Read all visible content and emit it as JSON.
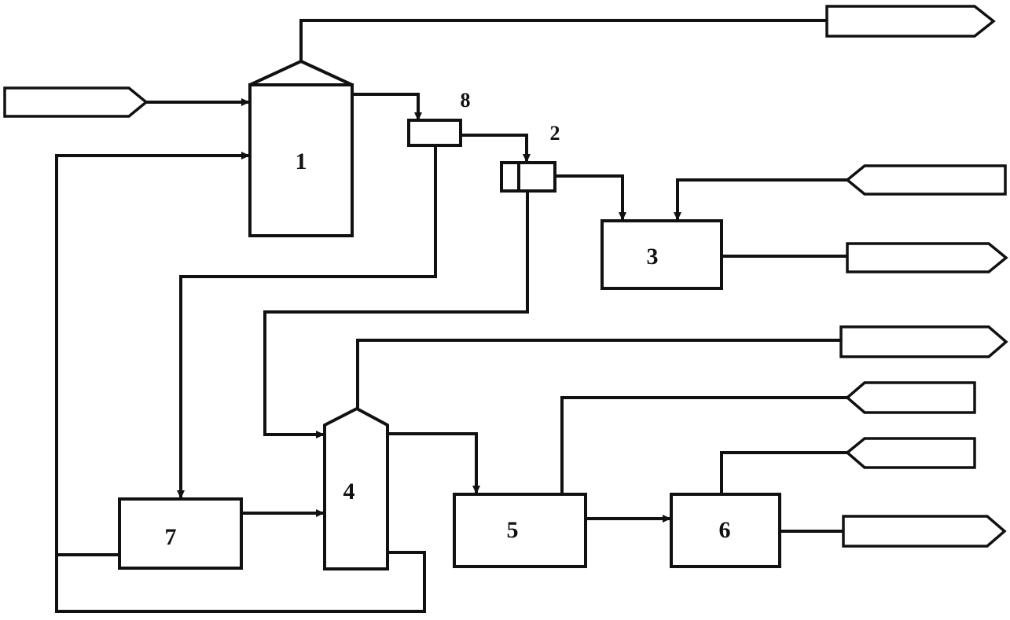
{
  "units": {
    "u1": "1",
    "u2": "2",
    "u3": "3",
    "u4": "4",
    "u5": "5",
    "u6": "6",
    "u7": "7",
    "u8": "8"
  },
  "streams": {
    "s_top_right": "",
    "s_left_in": "",
    "s_right_mid_in": "",
    "s_right_mid_out": "",
    "s_right_lower_out": "",
    "s_air": "",
    "s_oxidant": "",
    "s_bottom_out": ""
  }
}
